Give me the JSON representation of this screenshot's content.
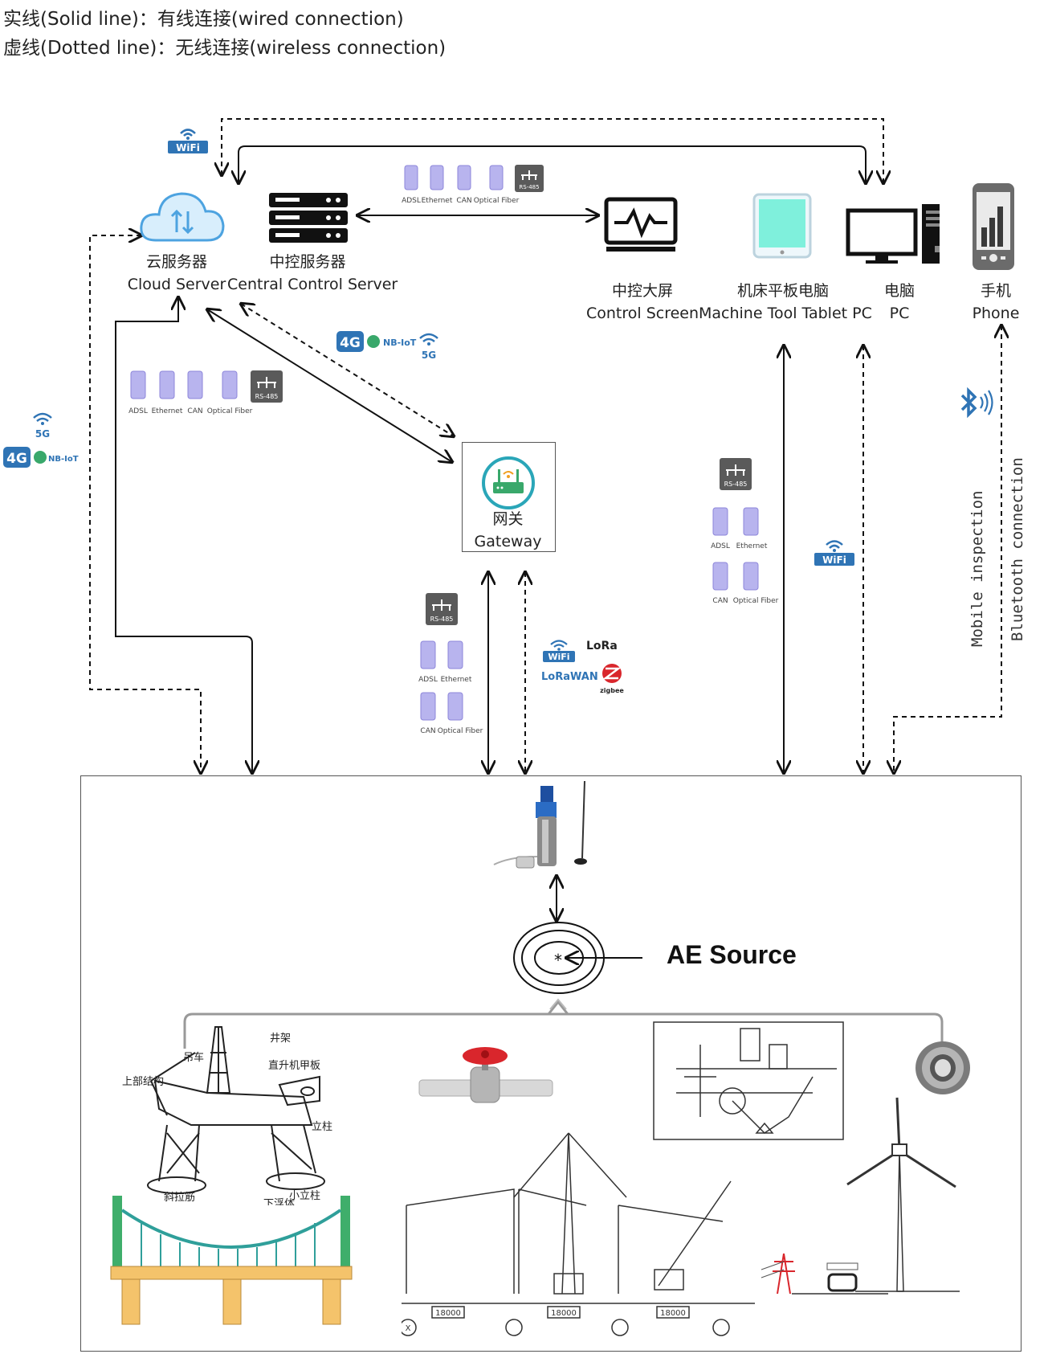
{
  "legend": {
    "solid": "实线(Solid line)：有线连接(wired connection)",
    "dotted": "虚线(Dotted line)：无线连接(wireless connection)"
  },
  "nodes": {
    "cloud": {
      "zh": "云服务器",
      "en": "Cloud Server"
    },
    "central": {
      "zh": "中控服务器",
      "en": "Central Control Server"
    },
    "screen": {
      "zh": "中控大屏",
      "en": "Control Screen"
    },
    "tablet": {
      "zh": "机床平板电脑",
      "en": "Machine Tool Tablet PC"
    },
    "pc": {
      "zh": "电脑",
      "en": "PC"
    },
    "phone": {
      "zh": "手机",
      "en": "Phone"
    },
    "gateway": {
      "zh": "网关",
      "en": "Gateway"
    }
  },
  "protocols": {
    "adsl": "ADSL",
    "ethernet": "Ethernet",
    "can": "CAN",
    "fiber": "Optical Fiber",
    "rs485": "RS-485"
  },
  "wireless": {
    "wifi": "WiFi",
    "g4": "4G",
    "nbiot": "NB-IoT",
    "g5": "5G",
    "lora": "LoRa",
    "lorawan": "LoRaWAN",
    "zigbee": "zigbee"
  },
  "vertical_labels": {
    "mobile": "Mobile inspection",
    "bluetooth": "Bluetooth connection"
  },
  "ae_source": "AE Source",
  "structure_labels": {
    "derrick": "井架",
    "crane": "吊车",
    "upper": "上部结构",
    "heli": "直升机甲板",
    "column": "立柱",
    "small_column": "小立柱",
    "brace": "斜拉筋",
    "pontoon": "下浮体"
  },
  "span_labels": [
    "18000",
    "18000",
    "18000"
  ],
  "grid_marker": "X",
  "colors": {
    "line": "#111111",
    "purple": "#b8b4ee",
    "gray_chip": "#5a5a5a",
    "blue": "#2f74b5",
    "red": "#d9262c",
    "teal": "#7ff0dc",
    "bridge": "#f4c36b"
  }
}
